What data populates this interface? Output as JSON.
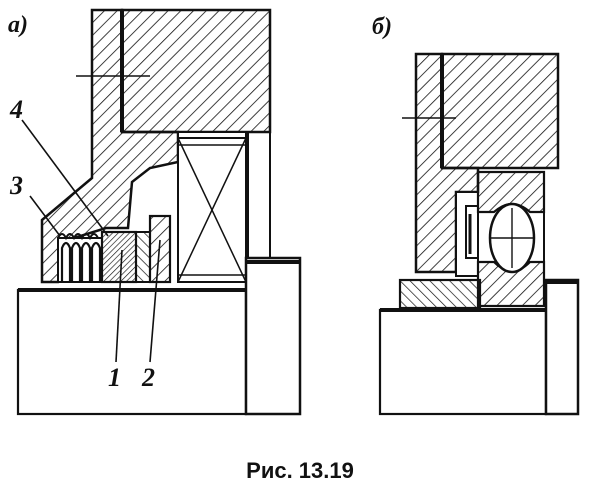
{
  "figure": {
    "panel_a_label": "а)",
    "panel_b_label": "б)",
    "callouts": {
      "part_1": "1",
      "part_2": "2",
      "part_3": "3",
      "part_4": "4"
    },
    "caption": "Рис. 13.19"
  }
}
